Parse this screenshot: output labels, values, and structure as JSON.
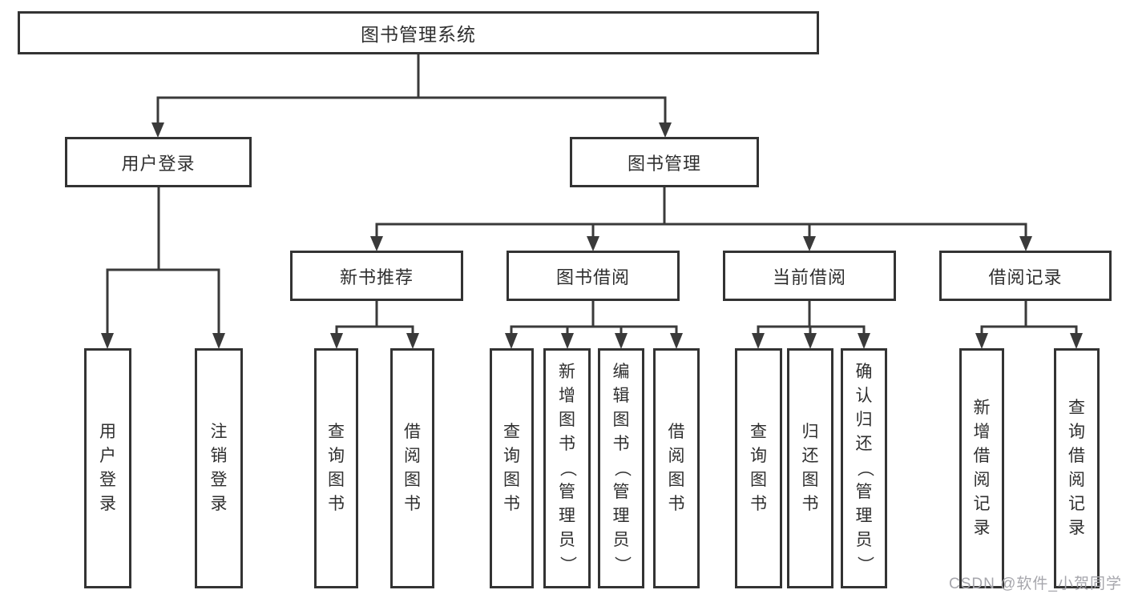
{
  "diagram": {
    "root_label": "图书管理系统",
    "user_login": {
      "label": "用户登录",
      "children": [
        {
          "label": "用户登录"
        },
        {
          "label": "注销登录"
        }
      ]
    },
    "book_mgmt": {
      "label": "图书管理",
      "groups": [
        {
          "label": "新书推荐",
          "children": [
            {
              "label": "查询图书"
            },
            {
              "label": "借阅图书"
            }
          ]
        },
        {
          "label": "图书借阅",
          "children": [
            {
              "label": "查询图书"
            },
            {
              "label": "新增图书（管理员）"
            },
            {
              "label": "编辑图书（管理员）"
            },
            {
              "label": "借阅图书"
            }
          ]
        },
        {
          "label": "当前借阅",
          "children": [
            {
              "label": "查询图书"
            },
            {
              "label": "归还图书"
            },
            {
              "label": "确认归还（管理员）"
            }
          ]
        },
        {
          "label": "借阅记录",
          "children": [
            {
              "label": "新增借阅记录"
            },
            {
              "label": "查询借阅记录"
            }
          ]
        }
      ]
    }
  },
  "watermark": {
    "text": "CSDN @软件_小贺同学"
  },
  "colors": {
    "line": "#3a3a3a",
    "box_border": "#333333",
    "text": "#2f2f2f",
    "background": "#ffffff",
    "watermark": "#a6a6ac"
  }
}
